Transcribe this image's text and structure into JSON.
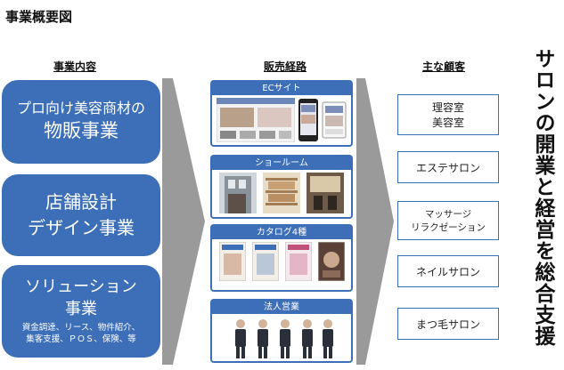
{
  "title": "事業概要図",
  "column_headers": {
    "business": "事業内容",
    "channels": "販売経路",
    "customers": "主な顧客"
  },
  "business": [
    {
      "line1": "プロ向け美容商材の",
      "line2": "物販事業"
    },
    {
      "line1": "店舗設計",
      "line2": "デザイン事業"
    },
    {
      "line1": "ソリューション",
      "line2": "事業",
      "note1": "資金調達、リース、物件紹介、",
      "note2": "集客支援、ＰＯＳ、保険、等"
    }
  ],
  "channels": [
    "ECサイト",
    "ショールーム",
    "カタログ4種",
    "法人営業"
  ],
  "customers": [
    {
      "line1": "理容室",
      "line2": "美容室"
    },
    {
      "line1": "エステサロン"
    },
    {
      "line1": "マッサージ",
      "line2": "リラクゼーション"
    },
    {
      "line1": "ネイルサロン"
    },
    {
      "line1": "まつ毛サロン"
    }
  ],
  "side_text": "サロンの開業と経営を総合支援",
  "colors": {
    "primary": "#3d6fb8",
    "arrow": "#9a9a9a"
  }
}
